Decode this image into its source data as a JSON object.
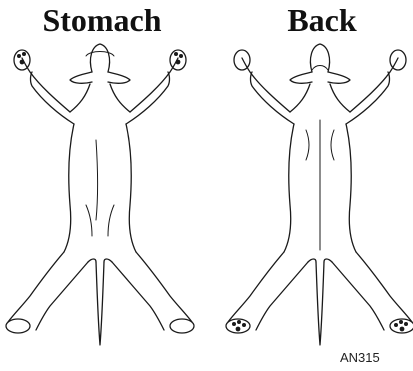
{
  "views": {
    "stomach": {
      "title": "Stomach"
    },
    "back": {
      "title": "Back"
    }
  },
  "figure_code": "AN315",
  "colors": {
    "line": "#1a1a1a",
    "background": "#ffffff"
  }
}
